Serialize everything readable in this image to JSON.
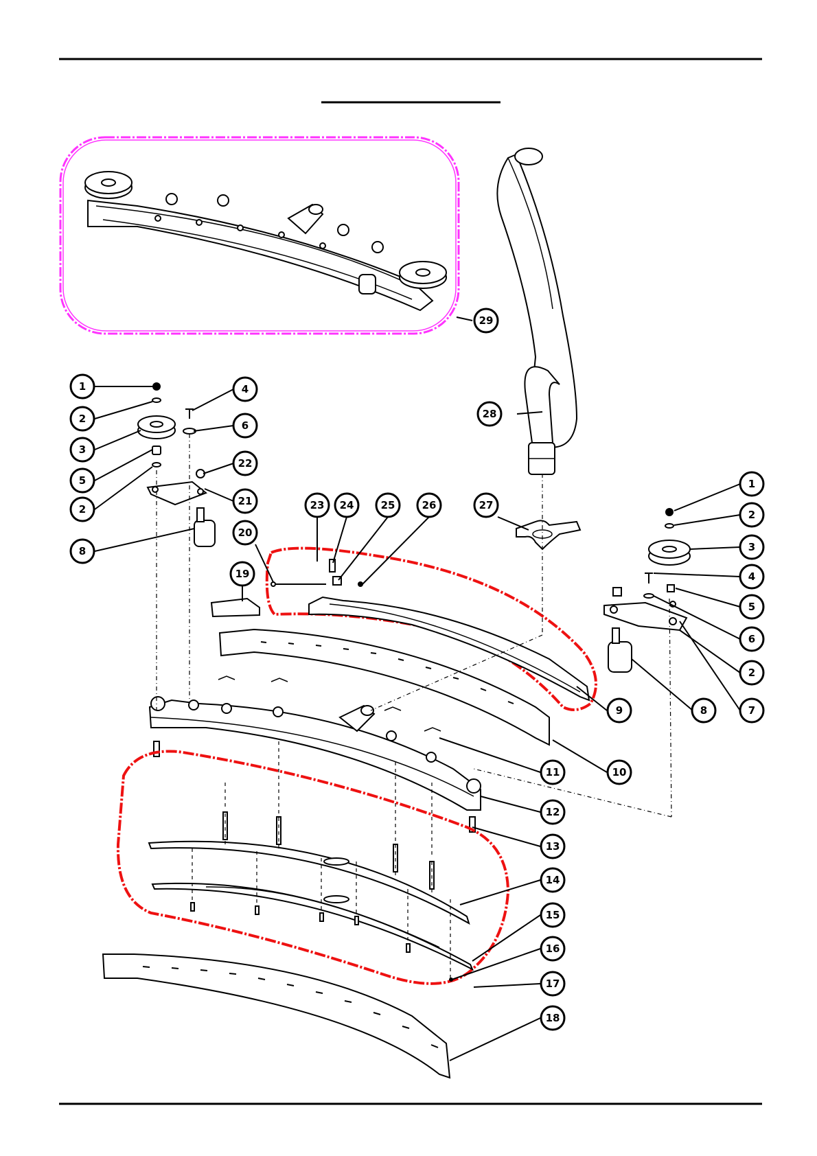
{
  "callouts": {
    "l1": "1",
    "l2a": "2",
    "l3": "3",
    "l5": "5",
    "l2b": "2",
    "l8": "8",
    "l4": "4",
    "l6": "6",
    "l22": "22",
    "l21": "21",
    "l20": "20",
    "l19": "19",
    "l23": "23",
    "l24": "24",
    "l25": "25",
    "l26": "26",
    "l27": "27",
    "l28": "28",
    "l29": "29",
    "r1": "1",
    "r2a": "2",
    "r3": "3",
    "r4": "4",
    "r5": "5",
    "r6": "6",
    "r2b": "2",
    "r7": "7",
    "r8": "8",
    "l9": "9",
    "l10": "10",
    "l11": "11",
    "l12": "12",
    "l13": "13",
    "l14": "14",
    "l15": "15",
    "l16": "16",
    "l17": "17",
    "l18": "18"
  },
  "colors": {
    "assembly_outline": "#ff33ff",
    "kit_outline": "#ee1111",
    "line": "#000000"
  }
}
